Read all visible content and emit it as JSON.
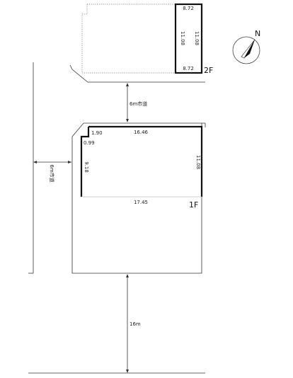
{
  "floor_2f": {
    "label": "2F",
    "width_top": "8.72",
    "width_bottom": "8.72",
    "depth_left": "11.08",
    "depth_right": "11.08"
  },
  "floor_1f": {
    "label": "1F",
    "notch_width": "1.90",
    "notch_depth": "0.99",
    "top_width": "16.46",
    "left_depth": "9.18",
    "right_depth": "11.08",
    "bottom_width": "17.45"
  },
  "roads": {
    "north_road": "6m市道",
    "west_road": "6m市道",
    "south_distance": "16m"
  },
  "compass": {
    "north_label": "N"
  }
}
